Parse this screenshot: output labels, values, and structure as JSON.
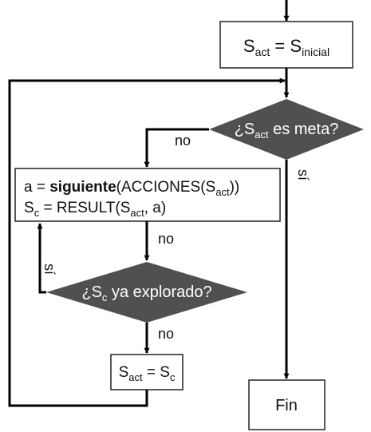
{
  "flowchart": {
    "init_box": {
      "lhs_main": "S",
      "lhs_sub": "act",
      "eq": " = ",
      "rhs_main": "S",
      "rhs_sub": "inicial"
    },
    "goal_test": {
      "prefix": "¿S",
      "sub": "act",
      "suffix": " es meta?"
    },
    "action_box": {
      "line1_a": "a = ",
      "line1_bold": "siguiente",
      "line1_b": "(ACCIONES(S",
      "line1_sub": "act",
      "line1_c": "))",
      "line2_a": "S",
      "line2_sub1": "c",
      "line2_b": " = RESULT(S",
      "line2_sub2": "act",
      "line2_c": ", a)"
    },
    "explored_test": {
      "prefix": "¿S",
      "sub": "c",
      "suffix": " ya explorado?"
    },
    "assign_box": {
      "lhs_main": "S",
      "lhs_sub": "act",
      "eq": " = ",
      "rhs_main": "S",
      "rhs_sub": "c"
    },
    "end_box": {
      "label": "Fin"
    },
    "edge_labels": {
      "goal_no": "no",
      "goal_yes": "sí",
      "action_to_explored_no": "no",
      "explored_yes": "sí",
      "explored_no": "no"
    }
  },
  "colors": {
    "decision_fill": "#505050",
    "box_stroke": "#222222",
    "line": "#000000",
    "background": "#ffffff"
  }
}
